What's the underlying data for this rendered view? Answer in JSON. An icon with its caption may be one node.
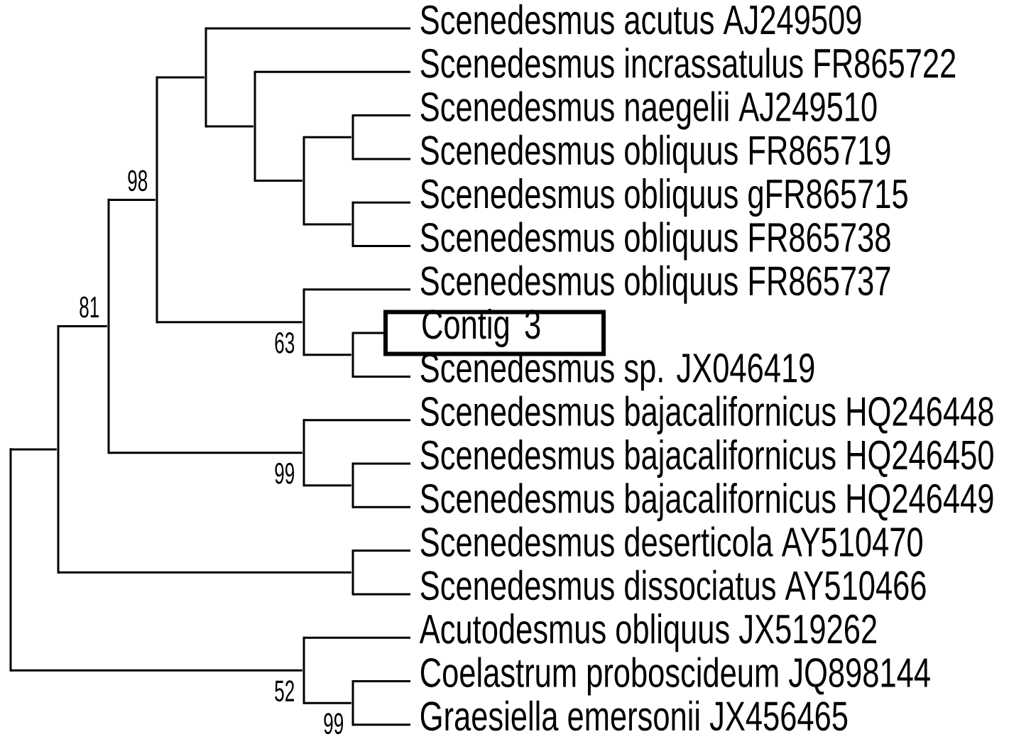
{
  "diagram": {
    "nodes": [
      {
        "text": [
          "Scenedesmus acutus AJ249509"
        ]
      },
      {
        "text": [
          "Scenedesmus incrassatulus FR865722"
        ]
      },
      {
        "text": [
          "Scenedesmus naegelii AJ249510"
        ]
      },
      {
        "text": [
          "Scenedesmus obliquus FR865719"
        ]
      },
      {
        "text": [
          "Scenedesmus obliquus gFR865715"
        ]
      },
      {
        "text": [
          "Scenedesmus obliquus FR865738"
        ]
      },
      {
        "text": [
          "Scenedesmus obliquus FR865737"
        ]
      },
      {
        "text": [
          "Contig 3"
        ]
      },
      {
        "text": [
          "Scenedesmus sp. JX046419"
        ]
      },
      {
        "text": [
          "Scenedesmus bajacalifornicus HQ246448"
        ]
      },
      {
        "text": [
          "Scenedesmus bajacalifornicus HQ246450"
        ]
      },
      {
        "text": [
          "Scenedesmus bajacalifornicus HQ246449"
        ]
      },
      {
        "text": [
          "Scenedesmus deserticola AY510470"
        ]
      },
      {
        "text": [
          "Scenedesmus dissociatus AY510466"
        ]
      },
      {
        "text": [
          "Acutodesmus obliquus JX519262"
        ]
      },
      {
        "text": [
          "Coelastrum proboscideum JQ898144"
        ]
      },
      {
        "text": [
          "Graesiella emersonii JX456465"
        ]
      },
      {
        "text": [],
        "shape": "line"
      },
      {
        "text": [],
        "shape": "line"
      },
      {
        "text": [],
        "shape": "line",
        "beside": [
          "81"
        ]
      },
      {
        "text": [],
        "shape": "line",
        "beside": [
          "98"
        ]
      },
      {
        "text": [],
        "shape": "line"
      },
      {
        "text": [],
        "shape": "line"
      },
      {
        "text": [],
        "shape": "line"
      },
      {
        "text": [],
        "shape": "line",
        "beside": [
          "63"
        ]
      },
      {
        "text": [],
        "shape": "line",
        "beside": [
          "99"
        ]
      },
      {
        "text": [],
        "shape": "line",
        "beside": [
          "52"
        ]
      },
      {
        "text": [],
        "shape": "line"
      },
      {
        "text": [],
        "shape": "line"
      },
      {
        "text": [],
        "shape": "line"
      },
      {
        "text": [],
        "shape": "line"
      },
      {
        "text": [],
        "shape": "line"
      },
      {
        "text": [],
        "shape": "line",
        "beside": [
          "99"
        ]
      }
    ],
    "edges": [
      {
        "from": 17,
        "to": 18,
        "arrow": "none"
      },
      {
        "from": 17,
        "to": 26,
        "arrow": "none"
      },
      {
        "from": 18,
        "to": 19,
        "arrow": "none"
      },
      {
        "from": 18,
        "to": 31,
        "arrow": "none"
      },
      {
        "from": 19,
        "to": 20,
        "arrow": "none"
      },
      {
        "from": 19,
        "to": 25,
        "arrow": "none"
      },
      {
        "from": 20,
        "to": 21,
        "arrow": "none"
      },
      {
        "from": 20,
        "to": 24,
        "arrow": "none"
      },
      {
        "from": 21,
        "to": 0,
        "arrow": "none"
      },
      {
        "from": 21,
        "to": 22,
        "arrow": "none"
      },
      {
        "from": 22,
        "to": 1,
        "arrow": "none"
      },
      {
        "from": 22,
        "to": 23,
        "arrow": "none"
      },
      {
        "from": 23,
        "to": 27,
        "arrow": "none"
      },
      {
        "from": 23,
        "to": 28,
        "arrow": "none"
      },
      {
        "from": 27,
        "to": 2,
        "arrow": "none"
      },
      {
        "from": 27,
        "to": 3,
        "arrow": "none"
      },
      {
        "from": 28,
        "to": 4,
        "arrow": "none"
      },
      {
        "from": 28,
        "to": 5,
        "arrow": "none"
      },
      {
        "from": 24,
        "to": 6,
        "arrow": "none"
      },
      {
        "from": 24,
        "to": 29,
        "arrow": "none"
      },
      {
        "from": 29,
        "to": 7,
        "arrow": "none"
      },
      {
        "from": 29,
        "to": 8,
        "arrow": "none"
      },
      {
        "from": 25,
        "to": 9,
        "arrow": "none"
      },
      {
        "from": 25,
        "to": 30,
        "arrow": "none"
      },
      {
        "from": 30,
        "to": 10,
        "arrow": "none"
      },
      {
        "from": 30,
        "to": 11,
        "arrow": "none"
      },
      {
        "from": 31,
        "to": 12,
        "arrow": "none"
      },
      {
        "from": 31,
        "to": 13,
        "arrow": "none"
      },
      {
        "from": 26,
        "to": 14,
        "arrow": "none"
      },
      {
        "from": 26,
        "to": 32,
        "arrow": "none"
      },
      {
        "from": 32,
        "to": 15,
        "arrow": "none"
      },
      {
        "from": 32,
        "to": 16,
        "arrow": "none"
      }
    ]
  }
}
